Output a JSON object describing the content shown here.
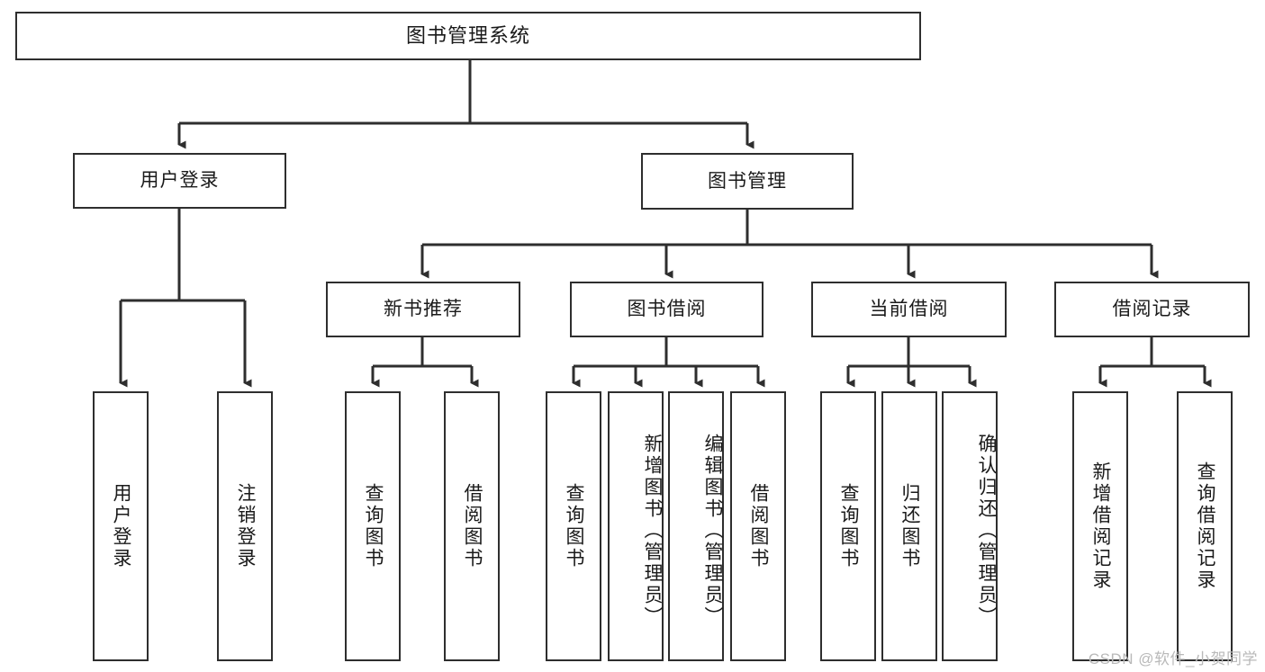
{
  "diagram": {
    "title": "图书管理系统",
    "watermark": "CSDN @软件_小贺同学",
    "stroke_color": "#2e2e2e",
    "background_color": "#ffffff",
    "text_color": "#1a1a1a",
    "levels": {
      "root": {
        "label": "图书管理系统"
      },
      "level2": [
        {
          "label": "用户登录"
        },
        {
          "label": "图书管理"
        }
      ],
      "level3": [
        {
          "label": "新书推荐"
        },
        {
          "label": "图书借阅"
        },
        {
          "label": "当前借阅"
        },
        {
          "label": "借阅记录"
        }
      ],
      "leaves": {
        "user_login": [
          {
            "label": "用户登录"
          },
          {
            "label": "注销登录"
          }
        ],
        "new_book_recommend": [
          {
            "label": "查询图书"
          },
          {
            "label": "借阅图书"
          }
        ],
        "book_borrow": [
          {
            "label": "查询图书"
          },
          {
            "label": "新增图书（管理员）"
          },
          {
            "label": "编辑图书（管理员）"
          },
          {
            "label": "借阅图书"
          }
        ],
        "current_borrow": [
          {
            "label": "查询图书"
          },
          {
            "label": "归还图书"
          },
          {
            "label": "确认归还（管理员）"
          }
        ],
        "borrow_record": [
          {
            "label": "新增借阅记录"
          },
          {
            "label": "查询借阅记录"
          }
        ]
      }
    }
  }
}
